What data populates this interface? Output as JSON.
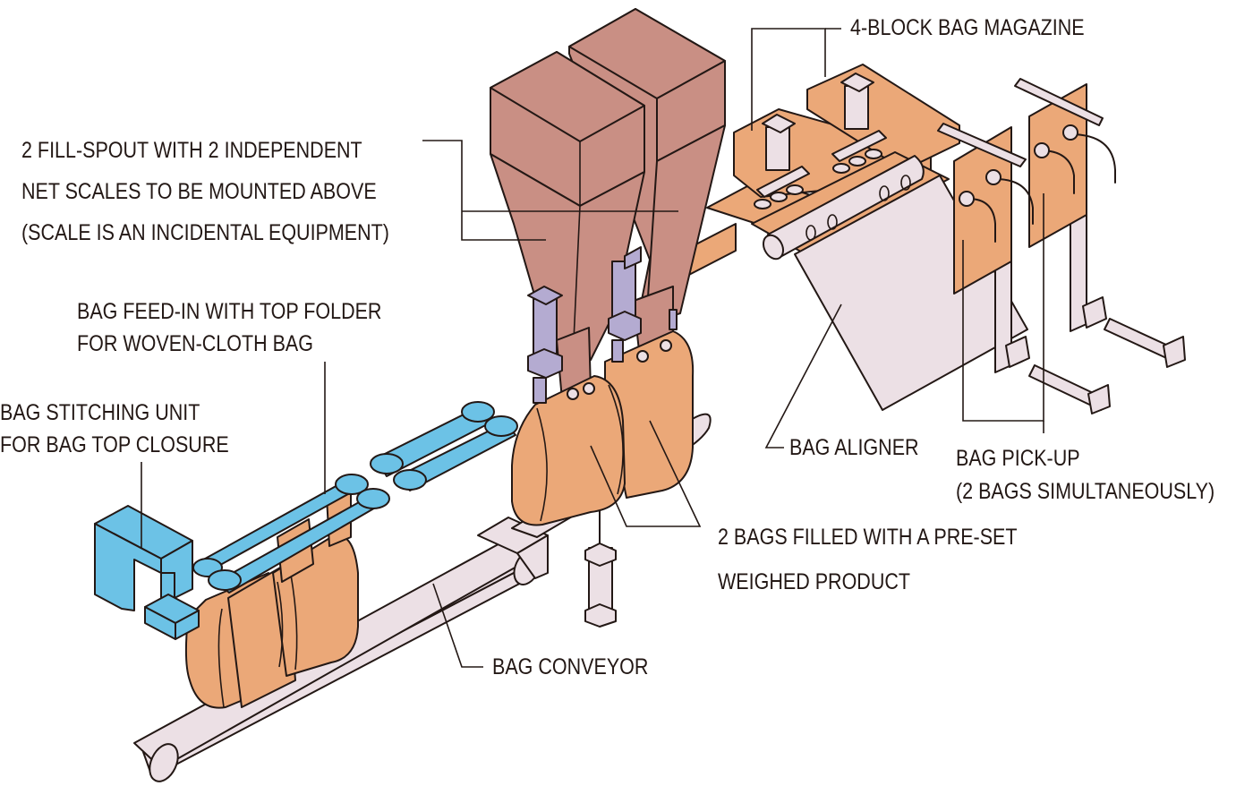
{
  "diagram": {
    "title": "Bag filling and closing line",
    "colors": {
      "hopper": "#c98f84",
      "bag": "#eba878",
      "stitcher_and_belts": "#6cc2e6",
      "conveyor_and_frames": "#ece0e5",
      "cylinders": "#b4abd1",
      "line": "#231815"
    },
    "labels": {
      "fill_spout": {
        "lines": [
          "2 FILL-SPOUT WITH 2 INDEPENDENT",
          "NET SCALES TO BE MOUNTED ABOVE",
          "(SCALE IS AN INCIDENTAL EQUIPMENT)"
        ]
      },
      "bag_feed_in": {
        "lines": [
          "BAG FEED-IN WITH TOP FOLDER",
          "FOR WOVEN-CLOTH BAG"
        ]
      },
      "bag_stitching": {
        "lines": [
          "BAG STITCHING UNIT",
          "FOR BAG TOP CLOSURE"
        ]
      },
      "bag_magazine": {
        "lines": [
          "4-BLOCK BAG MAGAZINE"
        ]
      },
      "bag_aligner": {
        "lines": [
          "BAG ALIGNER"
        ]
      },
      "bag_pickup": {
        "lines": [
          "BAG PICK-UP",
          "(2 BAGS SIMULTANEOUSLY)"
        ]
      },
      "bags_filled": {
        "lines": [
          "2 BAGS FILLED WITH A PRE-SET",
          "WEIGHED PRODUCT"
        ]
      },
      "bag_conveyor": {
        "lines": [
          "BAG CONVEYOR"
        ]
      }
    }
  }
}
